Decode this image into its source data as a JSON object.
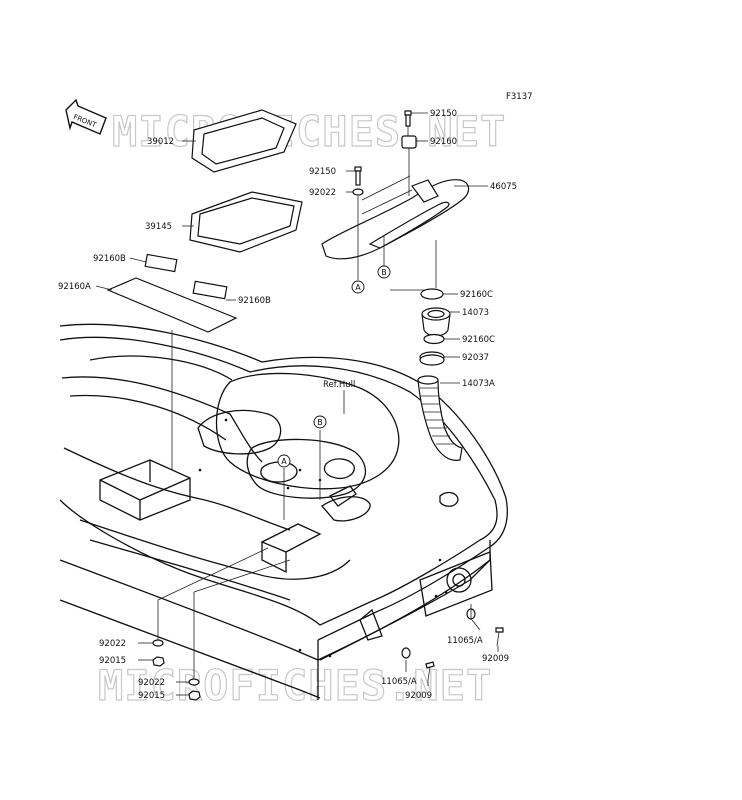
{
  "figure_code": "F3137",
  "watermark": "MICROFICHES.NET",
  "front_arrow_label": "FRONT",
  "reference_label": "Ref.Hull",
  "callouts": {
    "a": "A",
    "b": "B"
  },
  "part_labels": {
    "p39012": "39012",
    "p39145": "39145",
    "p92160B_1": "92160B",
    "p92160B_2": "92160B",
    "p92160A": "92160A",
    "p92150_1": "92150",
    "p92160": "92160",
    "p92150_2": "92150",
    "p92022_top": "92022",
    "p46075": "46075",
    "p92160C_1": "92160C",
    "p14073": "14073",
    "p92160C_2": "92160C",
    "p92037": "92037",
    "p14073A": "14073A",
    "p92022_a": "92022",
    "p92015_a": "92015",
    "p92022_b": "92022",
    "p92015_b": "92015",
    "p11065A_1": "11065/A",
    "p92009_1": "92009",
    "p11065A_2": "11065/A",
    "p92009_2": "92009"
  }
}
